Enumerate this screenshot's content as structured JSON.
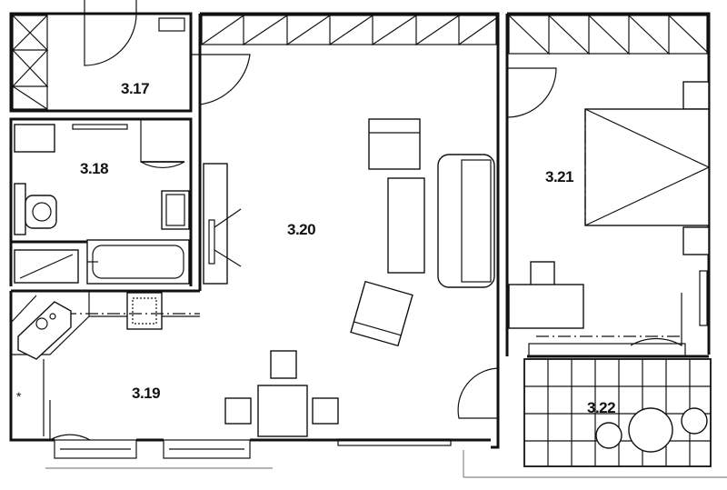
{
  "rooms": {
    "r317": "3.17",
    "r318": "3.18",
    "r319": "3.19",
    "r320": "3.20",
    "r321": "3.21",
    "r322": "3.22"
  },
  "symbols": {
    "star": "*"
  }
}
